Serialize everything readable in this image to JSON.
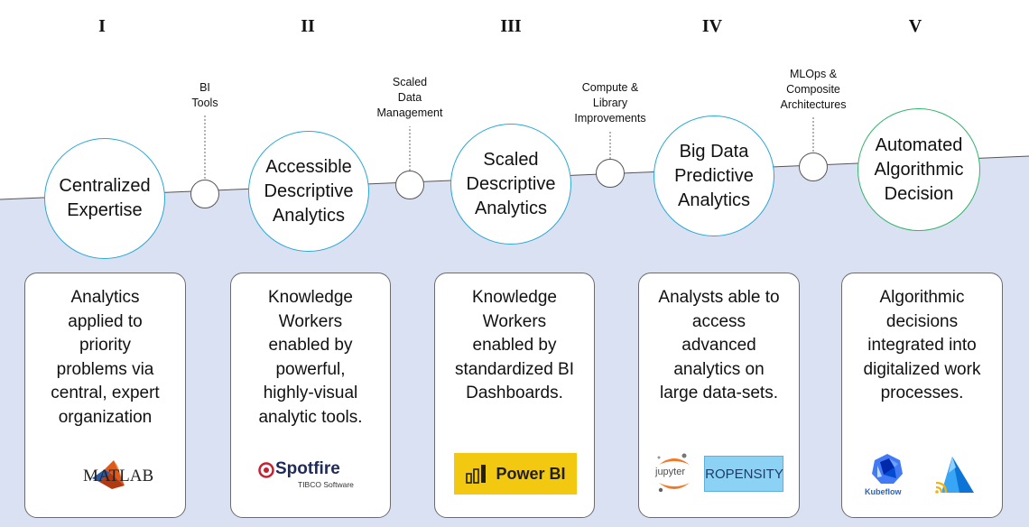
{
  "stages": [
    {
      "numeral": "I",
      "circle_lines": [
        "Centralized",
        "Expertise"
      ],
      "card_lines": [
        "Analytics",
        "applied to",
        "priority",
        "problems via",
        "central, expert",
        "organization"
      ],
      "logo_texts": [
        "MATLAB"
      ]
    },
    {
      "numeral": "II",
      "circle_lines": [
        "Accessible",
        "Descriptive",
        "Analytics"
      ],
      "card_lines": [
        "Knowledge",
        "Workers",
        "enabled by",
        "powerful,",
        "highly-visual",
        "analytic tools."
      ],
      "logo_texts": [
        "Spotfire",
        "TIBCO Software"
      ]
    },
    {
      "numeral": "III",
      "circle_lines": [
        "Scaled",
        "Descriptive",
        "Analytics"
      ],
      "card_lines": [
        "Knowledge",
        "Workers",
        "enabled by",
        "standardized BI",
        "Dashboards."
      ],
      "logo_texts": [
        "Power BI"
      ]
    },
    {
      "numeral": "IV",
      "circle_lines": [
        "Big Data",
        "Predictive",
        "Analytics"
      ],
      "card_lines": [
        "Analysts able to",
        "access",
        "advanced",
        "analytics on",
        "large data-sets."
      ],
      "logo_texts": [
        "jupyter",
        "ROPENSITY"
      ]
    },
    {
      "numeral": "V",
      "circle_lines": [
        "Automated",
        "Algorithmic",
        "Decision"
      ],
      "card_lines": [
        "Algorithmic",
        "decisions",
        "integrated into",
        "digitalized work",
        "processes."
      ],
      "logo_texts": [
        "Kubeflow"
      ]
    }
  ],
  "transitions": [
    {
      "lines": [
        "BI",
        "Tools"
      ]
    },
    {
      "lines": [
        "Scaled",
        "Data",
        "Management"
      ]
    },
    {
      "lines": [
        "Compute &",
        "Library",
        "Improvements"
      ]
    },
    {
      "lines": [
        "MLOps &",
        "Composite",
        "Architectures"
      ]
    }
  ],
  "colors": {
    "band_fill": "#d9e1f2",
    "stage_border": "#29a7d6",
    "final_stage_border": "#33b36b",
    "powerbi_yellow": "#f2c811",
    "propensity_blue": "#8cd2f5"
  }
}
